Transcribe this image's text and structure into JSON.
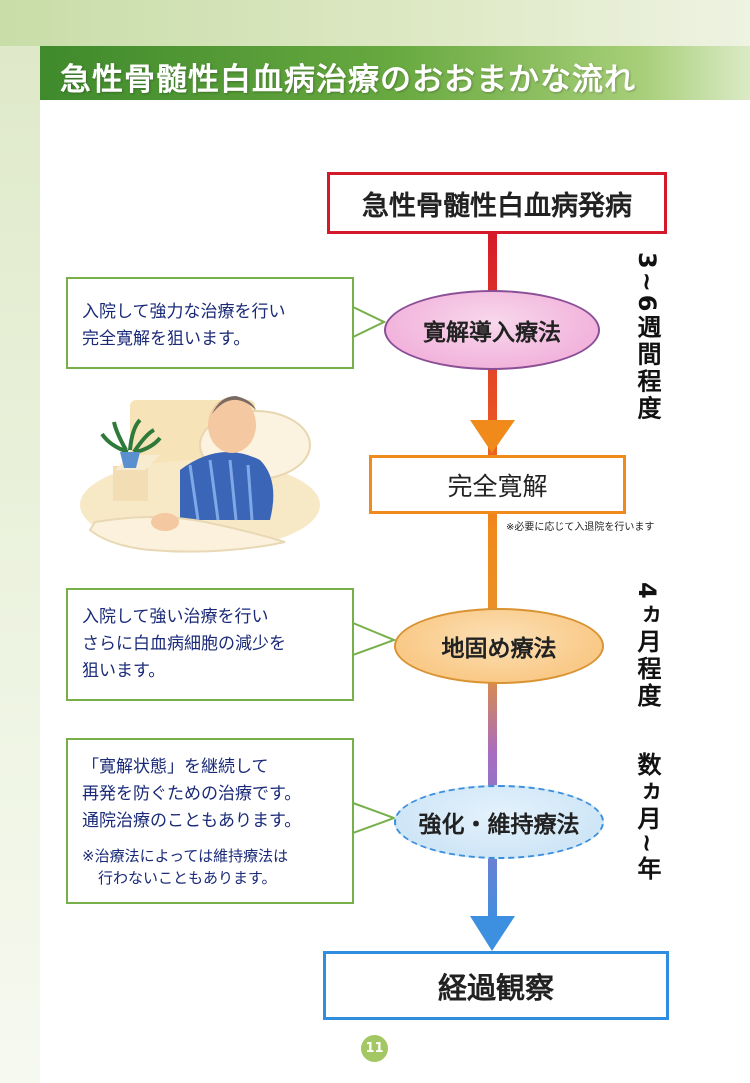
{
  "title": "急性骨髄性白血病治療のおおまかな流れ",
  "flow": {
    "onset": "急性骨髄性白血病発病",
    "induction": "寛解導入療法",
    "remission": "完全寛解",
    "consolidation": "地固め療法",
    "maintenance": "強化・維持療法",
    "observation": "経過観察"
  },
  "durations": {
    "induction": "3~6週間程度",
    "consolidation": "4ヵ月程度",
    "maintenance": "数ヵ月~年"
  },
  "remission_note": "※必要に応じて入退院を行います",
  "callouts": {
    "induction": [
      "入院して強力な治療を行い",
      "完全寛解を狙います。"
    ],
    "consolidation": [
      "入院して強い治療を行い",
      "さらに白血病細胞の減少を",
      "狙います。"
    ],
    "maintenance": [
      "「寛解状態」を継続して",
      "再発を防ぐための治療です。",
      "通院治療のこともあります。"
    ],
    "maintenance_note": [
      "※治療法によっては維持療法は",
      "行わないこともあります。"
    ]
  },
  "page_number": "11",
  "colors": {
    "title_green": "#4f9a34",
    "onset_red": "#d41a2a",
    "remission_orange": "#f08a1a",
    "observation_blue": "#2f8ee0",
    "callout_border": "#77b04a"
  }
}
